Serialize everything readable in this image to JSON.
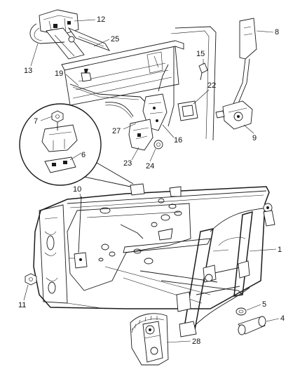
{
  "callouts": {
    "c1": "1",
    "c4": "4",
    "c5": "5",
    "c6": "6",
    "c7": "7",
    "c8": "8",
    "c9": "9",
    "c10": "10",
    "c11": "11",
    "c12": "12",
    "c13": "13",
    "c15": "15",
    "c16": "16",
    "c19": "19",
    "c22": "22",
    "c23": "23",
    "c24": "24",
    "c25": "25",
    "c27": "27",
    "c28": "28"
  }
}
